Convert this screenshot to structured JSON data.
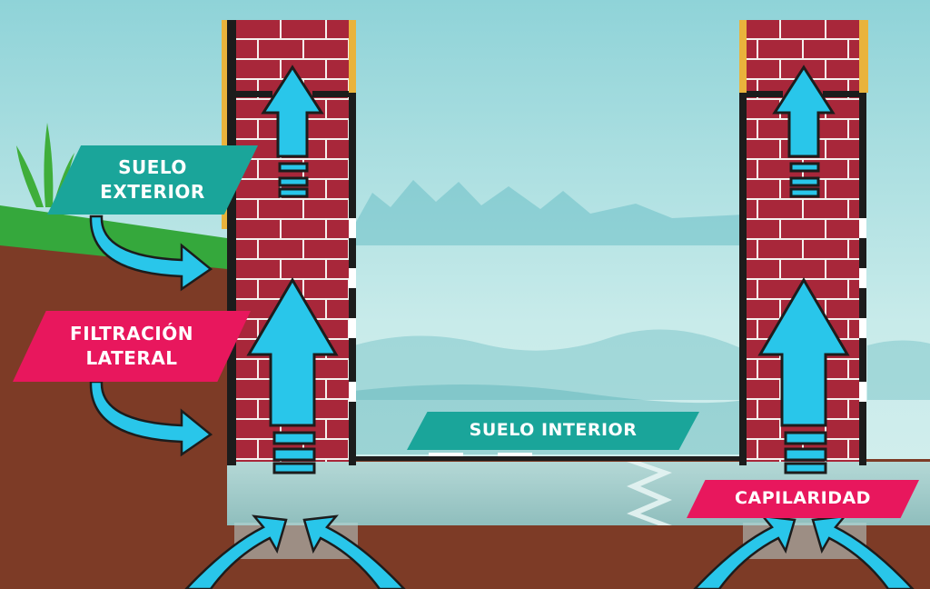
{
  "labels": {
    "suelo_exterior": [
      "SUELO",
      "EXTERIOR"
    ],
    "filtracion_lateral": [
      "FILTRACIÓN",
      "LATERAL"
    ],
    "suelo_interior": "SUELO INTERIOR",
    "capilaridad": "CAPILARIDAD"
  },
  "colors": {
    "sky_top": "#8fd3d8",
    "sky_bottom": "#d8f0ef",
    "brick": "#a8273a",
    "mortar": "#f4f1ee",
    "soil": "#7d3b26",
    "grass": "#35a83c",
    "slab": "#9fc9c8",
    "arrow": "#29c6ea",
    "teal_label": "#1aa59a",
    "pink_label": "#e8175d"
  },
  "icons": {
    "moisture_arrow": "arrow-up-icon",
    "lateral_arrow": "curved-arrow-right-icon",
    "plant": "grass-tuft-icon"
  }
}
